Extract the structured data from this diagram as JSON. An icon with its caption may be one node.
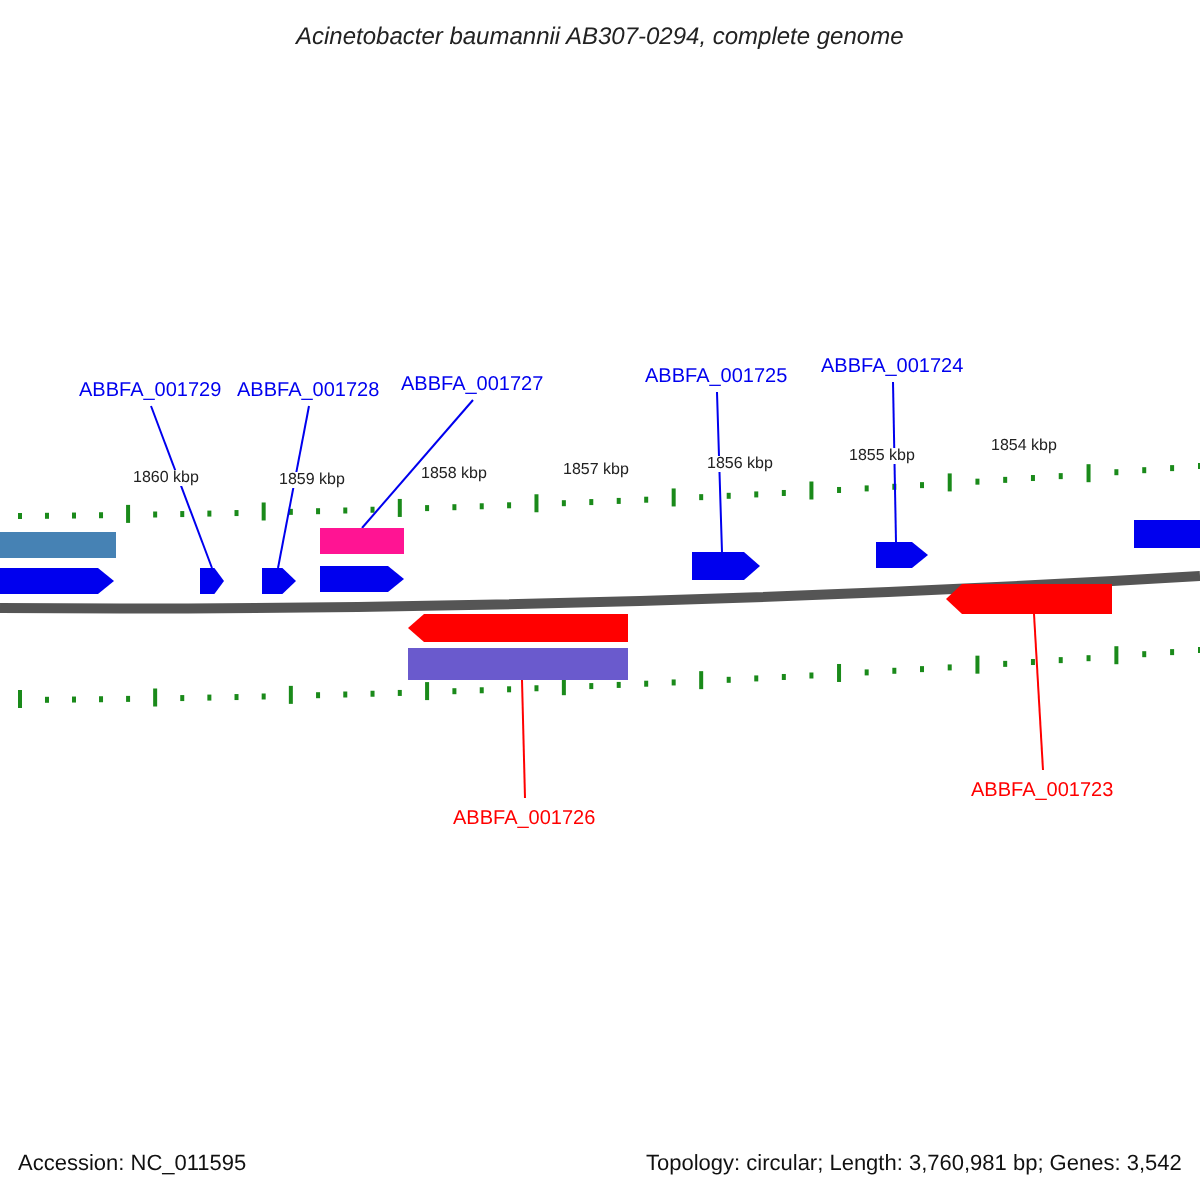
{
  "diagram": {
    "title": "Acinetobacter baumannii AB307-0294, complete genome",
    "nodes": [
      {
        "text": [
          "ABBFA_001729"
        ]
      },
      {
        "text": [
          "ABBFA_001728"
        ]
      },
      {
        "text": [
          "ABBFA_001727"
        ]
      },
      {
        "text": [
          "ABBFA_001725"
        ]
      },
      {
        "text": [
          "ABBFA_001724"
        ]
      },
      {
        "text": [
          "ABBFA_001726"
        ]
      },
      {
        "text": [
          "ABBFA_001723"
        ]
      },
      {
        "text": [],
        "shape": "bar"
      },
      {
        "text": [],
        "shape": "arrow"
      },
      {
        "text": [],
        "shape": "arrow"
      },
      {
        "text": [],
        "shape": "arrow"
      },
      {
        "text": [],
        "shape": "bar"
      },
      {
        "text": [],
        "shape": "arrow"
      },
      {
        "text": [],
        "shape": "arrow"
      },
      {
        "text": [],
        "shape": "bar"
      },
      {
        "text": [],
        "shape": "arrow"
      },
      {
        "text": [],
        "shape": "arrow"
      },
      {
        "text": [],
        "shape": "arrow"
      },
      {
        "text": [],
        "shape": "bar"
      }
    ],
    "edges": [
      {
        "from": 0,
        "to": 9,
        "arrow": "none"
      },
      {
        "from": 1,
        "to": 10,
        "arrow": "none"
      },
      {
        "from": 2,
        "to": 11,
        "arrow": "none"
      },
      {
        "from": 3,
        "to": 15,
        "arrow": "none"
      },
      {
        "from": 4,
        "to": 16,
        "arrow": "none"
      },
      {
        "from": 5,
        "to": 14,
        "arrow": "none",
        "color": "#ff0000"
      },
      {
        "from": 6,
        "to": 17,
        "arrow": "none",
        "color": "#ff0000"
      }
    ],
    "labels": [
      "1860 kbp",
      "1859 kbp",
      "1858 kbp",
      "1857 kbp",
      "1856 kbp",
      "1855 kbp",
      "1854 kbp",
      "Accession: NC_011595",
      "Topology: circular; Length: 3,760,981 bp; Genes: 3,542"
    ]
  }
}
